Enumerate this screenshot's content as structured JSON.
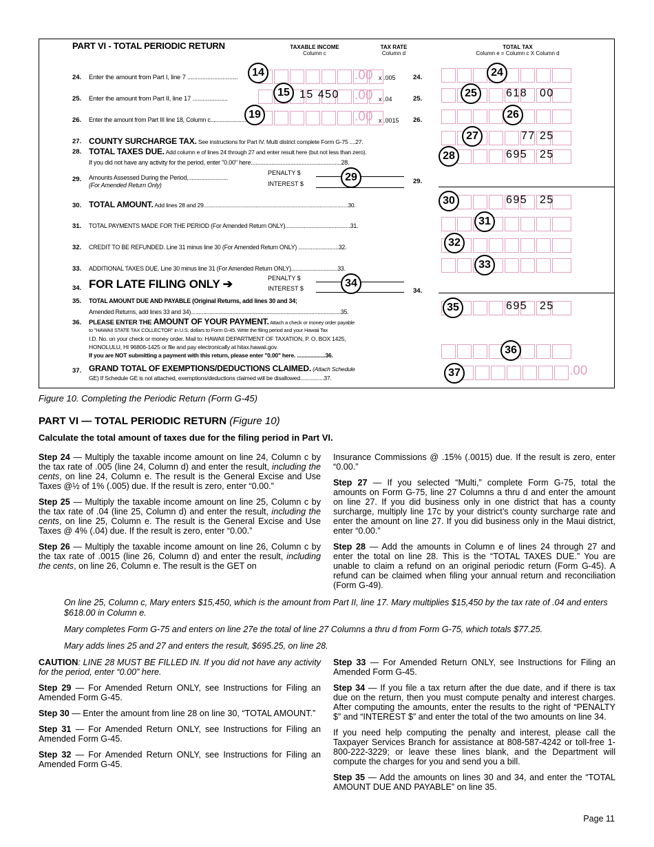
{
  "form": {
    "title": "PART VI - TOTAL PERIODIC RETURN",
    "columns": {
      "taxable_income": "TAXABLE INCOME",
      "taxable_income_sub": "Column c",
      "tax_rate": "TAX RATE",
      "tax_rate_sub": "Column d",
      "total_tax": "TOTAL TAX",
      "total_tax_sub": "Column e = Column c X Column d"
    },
    "cents_mark": ".00",
    "lines": {
      "l24": {
        "num": "24.",
        "text": "Enter the amount from Part I, line 7 ..............................",
        "rate": "x .005",
        "ref": "24."
      },
      "l25": {
        "num": "25.",
        "text": "Enter the amount from Part II, line 17 .....................",
        "rate": "x .04",
        "ref": "25.",
        "income": "15 450",
        "tax_dollars": "618",
        "tax_cents": "00"
      },
      "l26": {
        "num": "26.",
        "text": "Enter the amount from Part III line 18, Column c.........................",
        "rate": "x .0015",
        "ref": "26."
      },
      "l27": {
        "num": "27.",
        "bold": "COUNTY SURCHARGE TAX.",
        "text": " See instructions for Part IV. Multi district complete Form G-75 ....27.",
        "tax_dollars": "77",
        "tax_cents": "25"
      },
      "l28": {
        "num": "28.",
        "bold": "TOTAL TAXES DUE.",
        "text": " Add column e of lines 24 through 27 and enter result here (but not less than zero).",
        "text2": "If you did not have any activity for the period, enter \"0.00\" here.........................................................28.",
        "tax_dollars": "695",
        "tax_cents": "25"
      },
      "l29": {
        "num": "29.",
        "text": "Amounts Assessed During the Period,.........................",
        "text2": "(For Amended Return Only)",
        "penalty": "PENALTY  $",
        "interest": "INTEREST $",
        "ref": "29."
      },
      "l30": {
        "num": "30.",
        "bold": "TOTAL AMOUNT.",
        "text": " Add lines 28 and 29.................................................................................................30.",
        "tax_dollars": "695",
        "tax_cents": "25"
      },
      "l31": {
        "num": "31.",
        "text": "TOTAL PAYMENTS MADE FOR THE PERIOD (For Amended Return ONLY)..........................................31."
      },
      "l32": {
        "num": "32.",
        "text": "CREDIT TO BE REFUNDED.  Line 31 minus line 30 (For Amended Return ONLY) ..........................32."
      },
      "l33": {
        "num": "33.",
        "text": "ADDITIONAL TAXES DUE.  Line 30 minus line 31  (For Amended Return ONLY)..............................33."
      },
      "l34": {
        "num": "34.",
        "bold": "FOR LATE FILING ONLY ➔",
        "penalty": "PENALTY  $",
        "interest": "INTEREST $",
        "ref": "34."
      },
      "l35": {
        "num": "35.",
        "text": "TOTAL AMOUNT DUE AND PAYABLE (Original Returns, add lines 30 and 34;",
        "text2": "Amended Returns, add lines 33 and 34).................................................................................................35.",
        "tax_dollars": "695",
        "tax_cents": "25"
      },
      "l36": {
        "num": "36.",
        "pre": "PLEASE ENTER THE ",
        "bold": "AMOUNT OF YOUR PAYMENT.",
        "text": " Attach a check or money order payable",
        "text2": "to \"HAWAII STATE TAX COLLECTOR\" in U.S. dollars to Form G-45. Write the filing period and your Hawaii Tax",
        "text3": "I.D. No. on your check or money order.  Mail to: HAWAII DEPARTMENT OF TAXATION,  P. O. BOX 1425,",
        "text4": "HONOLULU, HI  96806-1425 or file and pay electronically at hitax.hawaii.gov.",
        "text5": "If you are NOT submitting a payment with this return, please enter \"0.00\" here.  ...................36."
      },
      "l37": {
        "num": "37.",
        "bold": "GRAND TOTAL OF EXEMPTIONS/DEDUCTIONS CLAIMED.",
        "text": " (Attach Schedule",
        "text2": "GE)  If Schedule GE is not attached, exemptions/deductions claimed will be disallowed................37."
      }
    },
    "circles": {
      "c14": "14",
      "c15": "15",
      "c19": "19",
      "c24": "24",
      "c25": "25",
      "c26": "26",
      "c27": "27",
      "c28": "28",
      "c29": "29",
      "c30": "30",
      "c31": "31",
      "c32": "32",
      "c33": "33",
      "c34": "34",
      "c35": "35",
      "c36": "36",
      "c37": "37"
    }
  },
  "caption": "Figure 10.   Completing the Periodic Return (Form G-45)",
  "heading": {
    "main": "PART VI — TOTAL PERIODIC RETURN ",
    "fig": "(Figure 10)"
  },
  "subheading": "Calculate the total amount of taxes due for the filing period in Part VI.",
  "steps": {
    "s24": {
      "label": "Step 24",
      "t1": " — Multiply the taxable income amount on line 24, Column c by the tax rate of .005 (line 24, Column d) and enter the result, ",
      "it": "including the cents",
      "t2": ", on line 24, Column e.  The result is the General Excise and Use Taxes @½ of 1% (.005) due.  If the result is zero, enter “0.00.”"
    },
    "s25": {
      "label": "Step 25",
      "t1": " — Multiply the taxable income amount on line 25, Column c by the tax rate of .04 (line 25, Column d) and enter the result, ",
      "it": "including the cents",
      "t2": ", on line 25, Column e.  The result is the General Excise and Use Taxes @ 4% (.04) due.  If the result is zero, enter “0.00.”"
    },
    "s26": {
      "label": "Step 26",
      "t1": " — Multiply the taxable income amount on line 26, Column c by the tax rate of .0015 (line 26, Column d) and enter the result, ",
      "it": "including the cents",
      "t2": ", on line 26, Column e.  The result is the GET on"
    },
    "s26cont": "Insurance Commissions @ .15% (.0015) due.  If the result is zero, enter “0.00.”",
    "s27": {
      "label": "Step 27",
      "t": " — If you selected “Multi,” complete Form G-75, total the amounts on Form G-75, line 27 Columns a thru d and enter the amount on line 27.  If you did business only in one district that has a county surcharge, multiply line 17c by your district’s county surcharge rate and enter the amount on line 27.  If you did business only in the Maui district, enter “0.00.”"
    },
    "s28": {
      "label": "Step 28",
      "t": " — Add the amounts in Column e of lines 24 through 27 and enter the total on line 28.  This is the “TOTAL TAXES DUE.”  You are unable to claim a refund on an original periodic return (Form G-45).  A refund can be claimed when filing your annual return and reconciliation (Form G-49)."
    },
    "ex1": "On line 25, Column c, Mary enters $15,450, which is the amount from Part II, line 17.  Mary multiplies $15,450 by the tax rate of .04 and enters $618.00 in Column e.",
    "ex2": "Mary completes Form G-75 and enters on line 27e the total of line 27 Columns a thru d from Form G-75, which totals $77.25.",
    "ex3": "Mary adds lines 25 and 27 and enters the result, $695.25, on line 28.",
    "caution": {
      "label": "CAUTION",
      "t": ":  LINE 28 MUST BE FILLED IN.  If you did not have any activity for the period, enter “0.00” here."
    },
    "s29": {
      "label": "Step 29",
      "t": " — For Amended Return ONLY, see Instructions for Filing an Amended Form G-45."
    },
    "s30": {
      "label": "Step 30",
      "t": " — Enter the amount from line 28 on line 30, “TOTAL AMOUNT.”"
    },
    "s31": {
      "label": "Step 31",
      "t": " — For Amended Return ONLY, see Instructions for Filing an Amended Form G-45."
    },
    "s32": {
      "label": "Step 32",
      "t": " — For Amended Return ONLY, see Instructions for Filing an Amended Form G-45."
    },
    "s33": {
      "label": "Step 33",
      "t": " — For Amended Return ONLY, see Instructions for Filing an Amended Form G-45."
    },
    "s34": {
      "label": "Step 34",
      "t": " — If you file a tax return after the due date, and if there is tax due on the return, then you must compute penalty and interest charges.  After computing the amounts, enter the results to the right of “PENALTY $” and “INTEREST $” and enter the total of the two amounts on line 34."
    },
    "help": "If you need help computing the penalty and interest, please call the Taxpayer Services Branch for assistance at 808-587-4242 or toll-free 1-800-222-3229; or leave these lines blank, and the Department will compute the charges for you and send you a bill.",
    "s35": {
      "label": "Step 35",
      "t": " — Add the amounts on lines 30 and 34, and enter the “TOTAL AMOUNT DUE AND PAYABLE” on line 35."
    }
  },
  "page_number": "Page 11"
}
